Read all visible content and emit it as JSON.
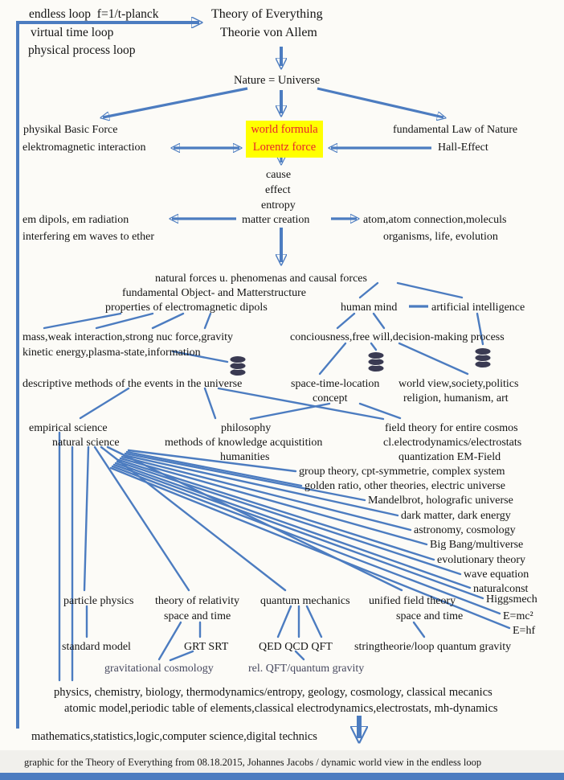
{
  "colors": {
    "line_blue": "#4c7cc0",
    "highlight_bg": "#ffff00",
    "highlight_text": "#e8242a",
    "footer_bg": "#f1f0ec",
    "bottom_bar": "#4c7cc0"
  },
  "nodes": {
    "endless_loop": "endless loop  f=1/t-planck",
    "virtual_time_loop": "virtual time loop",
    "physical_process_loop": "physical process loop",
    "title_en": "Theory of Everything",
    "title_de": "Theorie von Allem",
    "nature": "Nature = Universe",
    "basic_force": "physikal Basic Force",
    "em_interaction": "elektromagnetic interaction",
    "world_formula": "world formula",
    "lorentz_force": "Lorentz force",
    "law_of_nature": "fundamental Law of Nature",
    "hall_effect": "Hall-Effect",
    "cause": "cause",
    "effect": "effect",
    "entropy": "entropy",
    "matter_creation": "matter creation",
    "em_dipols": "em dipols, em radiation",
    "interfering": "interfering em waves to ether",
    "atoms": "atom,atom connection,moleculs",
    "organisms": "organisms, life, evolution",
    "natural_forces": "natural forces u. phenomenas and causal forces",
    "fundamental_object": "fundamental Object- and Matterstructure",
    "properties_dipols": "properties of electromagnetic dipols",
    "human_mind": "human mind",
    "artificial_intelligence": "artificial intelligence",
    "mass_interactions": "mass,weak interaction,strong nuc force,gravity",
    "kinetic_energy": "kinetic energy,plasma-state,information",
    "conciousness": "conciousness,free will,decision-making process",
    "descriptive_methods": "descriptive methods of the events in the universe",
    "space_time_location": "space-time-location",
    "concept": "concept",
    "world_view": "world view,society,politics",
    "religion": "religion, humanism, art",
    "empirical_science": "empirical science",
    "natural_science": "natural science",
    "philosophy": "philosophy",
    "methods_knowledge": "methods of knowledge acquistition",
    "humanities": "humanities",
    "field_theory": "field theory for entire cosmos",
    "cl_electrodynamics": "cl.electrodynamics/electrostats",
    "quantization": "quantization EM-Field",
    "group_theory": "group theory, cpt-symmetrie, complex system",
    "golden_ratio": "golden ratio, other theories, electric universe",
    "mandelbrot": "Mandelbrot, holografic universe",
    "dark_matter": "dark matter, dark energy",
    "astronomy": "astronomy, cosmology",
    "big_bang": "Big Bang/multiverse",
    "evolutionary": "evolutionary theory",
    "wave_equation": "wave equation",
    "naturalconst": "naturalconst",
    "higgsmech": "Higgsmech",
    "emc2": "E=mc²",
    "ehf": "E=hf",
    "particle_physics": "particle physics",
    "theory_relativity": "theory of relativity",
    "space_time_1": "space and time",
    "quantum_mechanics": "quantum mechanics",
    "unified_field": "unified field theory",
    "space_time_2": "space and time",
    "standard_model": "standard model",
    "grt_srt": "GRT SRT",
    "qed": "QED QCD QFT",
    "stringtheorie": "stringtheorie/loop quantum gravity",
    "grav_cosmology": "gravitational cosmology",
    "rel_qft": "rel. QFT/quantum gravity",
    "bottom_row1": "physics, chemistry, biology, thermodynamics/entropy, geology, cosmology, classical mecanics",
    "bottom_row2": "atomic model,periodic table of elements,classical electrodynamics,electrostats, mh-dynamics",
    "bottom_row3": "mathematics,statistics,logic,computer science,digital technics"
  },
  "footer": {
    "caption": "graphic for the Theory of Everything from 08.18.2015, Johannes Jacobs / dynamic world view in the endless loop"
  }
}
